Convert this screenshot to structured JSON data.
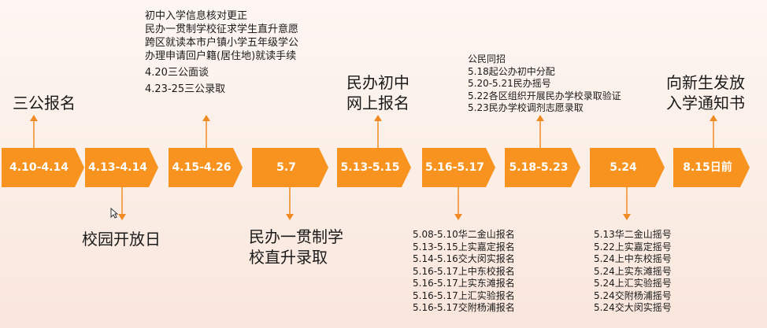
{
  "timeline": {
    "stages": [
      {
        "id": "s1",
        "label": "4.10-4.14"
      },
      {
        "id": "s2",
        "label": "4.13-4.14"
      },
      {
        "id": "s3",
        "label": "4.15-4.26"
      },
      {
        "id": "s4",
        "label": "5.7"
      },
      {
        "id": "s5",
        "label": "5.13-5.15"
      },
      {
        "id": "s6",
        "label": "5.16-5.17"
      },
      {
        "id": "s7",
        "label": "5.18-5.23"
      },
      {
        "id": "s8",
        "label": "5.24"
      },
      {
        "id": "s9",
        "label": "8.15日前"
      }
    ],
    "annotations": {
      "s1": {
        "lines": [
          "三公报名"
        ]
      },
      "s2": {
        "lines": [
          "校园开放日"
        ]
      },
      "s3": {
        "lines": [
          "初中入学信息核对更正",
          "民办一贯制学校征求学生直升意愿",
          "跨区就读本市户镇小学五年级学公",
          "办理申请回户籍(居住地)就读手续",
          "4.20三公面谈",
          "4.23-25三公录取"
        ]
      },
      "s4": {
        "lines": [
          "民办一贯制学",
          "校直升录取"
        ]
      },
      "s5": {
        "lines": [
          "民办初中",
          "网上报名"
        ]
      },
      "s6": {
        "lines": [
          "5.08-5.10华二金山报名",
          "5.13-5.15上实嘉定报名",
          "5.14-5.16交大闵实报名",
          "5.16-5.17上中东校报名",
          "5.16-5.17上实东滩报名",
          "5.16-5.17上汇实验报名",
          "5.16-5.17交附杨浦报名"
        ]
      },
      "s7": {
        "lines": [
          "公民同招",
          "5.18起公办初中分配",
          "5.20-5.21民办摇号",
          "5.22各区组织开展民办学校录取验证",
          "5.23民办学校调剂志愿录取"
        ]
      },
      "s8": {
        "lines": [
          "5.13华二金山摇号",
          "5.22上实嘉定摇号",
          "5.24上中东校摇号",
          "5.24上实东滩摇号",
          "5.24上汇实验摇号",
          "5.24交附杨浦摇号",
          "5.24交大闵实摇号"
        ]
      },
      "s9": {
        "lines": [
          "向新生发放",
          "入学通知书"
        ]
      }
    }
  },
  "colors": {
    "stage_fill": "#f7931e",
    "stage_fill_dark": "#f07f10",
    "connector": "#f08a24",
    "text": "#1a1a1a",
    "background": "#fcefe7"
  }
}
